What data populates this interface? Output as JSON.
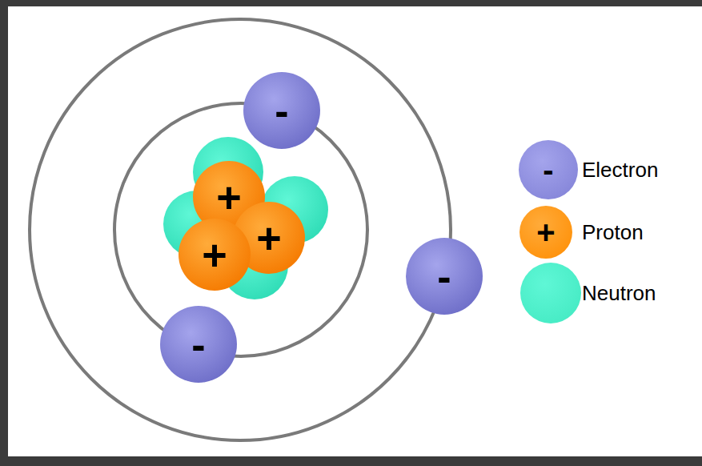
{
  "diagram": {
    "nodes": [
      {
        "text": [
          "-"
        ]
      },
      {
        "text": [
          "+"
        ]
      },
      {
        "text": [
          "+"
        ]
      },
      {
        "text": [
          "+"
        ]
      },
      {
        "text": [
          "-"
        ]
      },
      {
        "text": [
          "-"
        ]
      }
    ],
    "labels": [
      "-",
      "+"
    ],
    "legend": [
      {
        "text": "Electron",
        "color": "#7f7fd5"
      },
      {
        "text": "Proton",
        "color": "#ff8c00"
      },
      {
        "text": "Neutron",
        "color": "#40e8c0"
      }
    ]
  }
}
